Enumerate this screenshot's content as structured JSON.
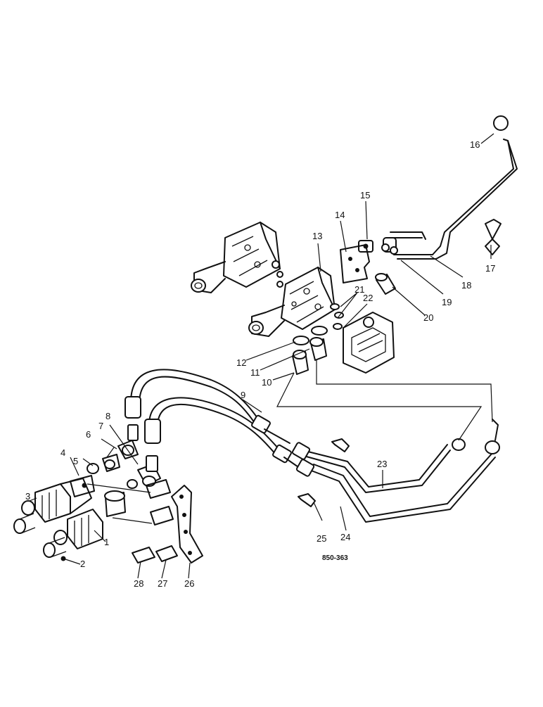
{
  "diagram": {
    "reference_code": "850-363",
    "callouts": [
      "1",
      "2",
      "3",
      "4",
      "5",
      "6",
      "7",
      "8",
      "9",
      "10",
      "11",
      "12",
      "13",
      "14",
      "15",
      "16",
      "17",
      "18",
      "19",
      "20",
      "21",
      "22",
      "23",
      "24",
      "25",
      "26",
      "27",
      "28"
    ]
  }
}
